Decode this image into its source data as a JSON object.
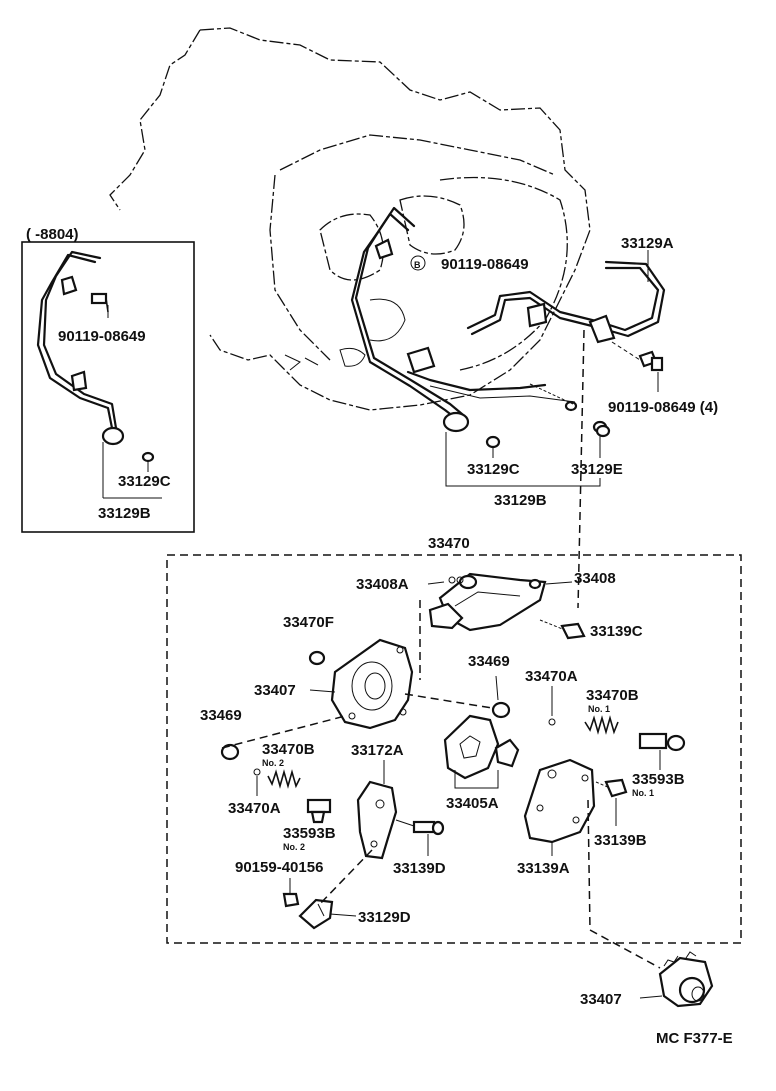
{
  "inset": {
    "date_range": "(      -8804)",
    "bolt": "90119-08649",
    "bushing": "33129C",
    "tube": "33129B"
  },
  "labels": {
    "tube_a": "33129A",
    "bolt_circled": "90119-08649",
    "circled_letter": "B",
    "bolt_x4": "90119-08649 (4)",
    "bushing_c": "33129C",
    "bushing_e": "33129E",
    "tube_b": "33129B",
    "pump_asm": "33470",
    "pin_a": "33408A",
    "pin": "33408",
    "bolt_c": "33139C",
    "seal_f": "33470F",
    "body": "33407",
    "oring_469_right": "33469",
    "ball_a_right": "33470A",
    "spring_b_no1": "33470B",
    "no1_a": "No. 1",
    "oring_469_left": "33469",
    "spring_b_no2": "33470B",
    "no2_a": "No. 2",
    "plate": "33172A",
    "ball_a_left": "33470A",
    "plug_no2": "33593B",
    "no2_b": "No. 2",
    "rotor": "33405A",
    "plug_no1": "33593B",
    "no1_b": "No. 1",
    "bolt_b": "33139B",
    "bolt_d": "33139D",
    "cover": "33139A",
    "bolt_90159": "90159-40156",
    "clamp": "33129D",
    "body_lower": "33407",
    "fig_code": "MC F377-E"
  }
}
